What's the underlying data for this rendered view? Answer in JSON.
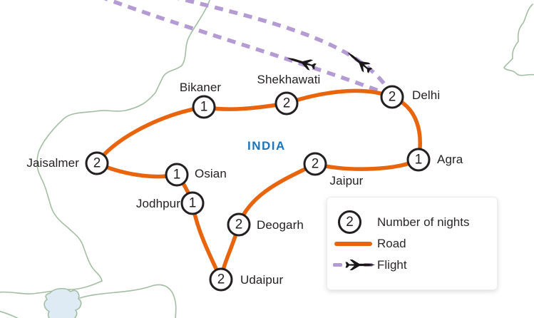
{
  "map": {
    "region_label": "INDIA",
    "colors": {
      "road": "#E8640D",
      "flight": "#B59BD4",
      "country_border": "#A2BEA2",
      "lake": "#DEEBF5",
      "region_label_blue": "#1B75BC",
      "marker_stroke": "#231F20"
    },
    "cities": [
      {
        "label": "Bikaner",
        "nights": "1"
      },
      {
        "label": "Shekhawati",
        "nights": "2"
      },
      {
        "label": "Delhi",
        "nights": "2"
      },
      {
        "label": "Agra",
        "nights": "1"
      },
      {
        "label": "Jaipur",
        "nights": "2"
      },
      {
        "label": "Jaisalmer",
        "nights": "2"
      },
      {
        "label": "Osian",
        "nights": "1"
      },
      {
        "label": "Jodhpur",
        "nights": "1"
      },
      {
        "label": "Deogarh",
        "nights": "2"
      },
      {
        "label": "Udaipur",
        "nights": "2"
      }
    ],
    "route_type": "closed road loop with two flight lines departing Delhi to the northwest"
  },
  "legend": {
    "nights_sample": "2",
    "items": [
      {
        "label": "Number of nights"
      },
      {
        "label": "Road"
      },
      {
        "label": "Flight"
      }
    ]
  }
}
